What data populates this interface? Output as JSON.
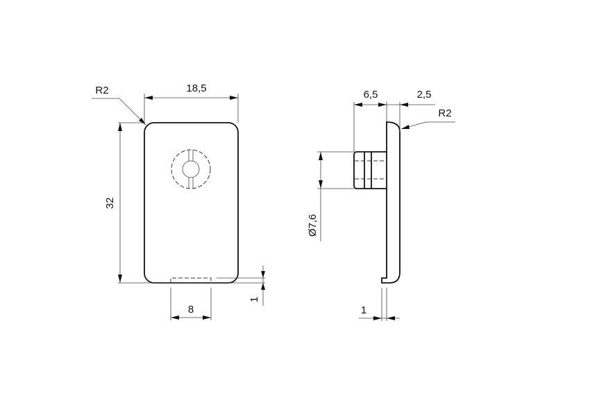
{
  "drawing": {
    "front_view": {
      "width_dim": "18,5",
      "height_dim": "32",
      "corner_radius": "R2",
      "slot_width_dim": "8",
      "slot_depth_dim": "1"
    },
    "side_view": {
      "pin_length_dim": "6,5",
      "plate_thickness_dim": "2,5",
      "corner_radius": "R2",
      "pin_diameter_dim": "Ø7,6",
      "lip_dim": "1"
    }
  },
  "colors": {
    "line": "#111111",
    "background": "#ffffff"
  }
}
